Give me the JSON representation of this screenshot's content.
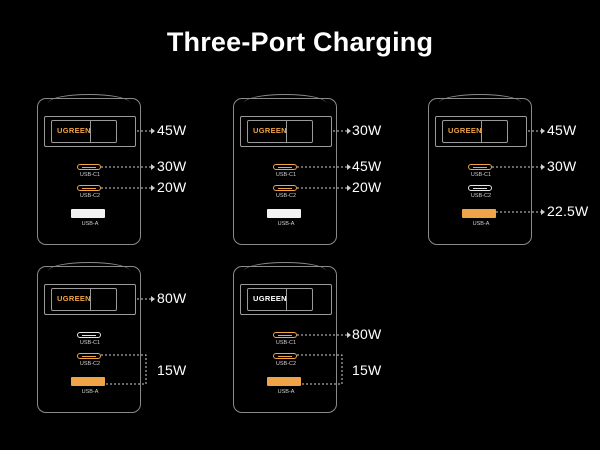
{
  "title": "Three-Port Charging",
  "brand": "UGREEN",
  "port_labels": {
    "c1": "USB-C1",
    "c2": "USB-C2",
    "a": "USB-A"
  },
  "colors": {
    "active": "#f0a447",
    "inactive": "#f2f2f2",
    "background": "#000000"
  },
  "configs": [
    {
      "outputs": {
        "plug": "45W",
        "c1": "30W",
        "c2": "20W"
      },
      "active": [
        "plug",
        "c1",
        "c2"
      ]
    },
    {
      "outputs": {
        "plug": "30W",
        "c1": "45W",
        "c2": "20W"
      },
      "active": [
        "plug",
        "c1",
        "c2"
      ]
    },
    {
      "outputs": {
        "plug": "45W",
        "c1": "30W",
        "a": "22.5W"
      },
      "active": [
        "plug",
        "c1",
        "a"
      ]
    },
    {
      "outputs": {
        "plug": "80W",
        "c2_a": "15W"
      },
      "active": [
        "plug",
        "c2",
        "a"
      ]
    },
    {
      "outputs": {
        "c1": "80W",
        "c2_a": "15W"
      },
      "active": [
        "c1",
        "c2",
        "a"
      ]
    }
  ]
}
